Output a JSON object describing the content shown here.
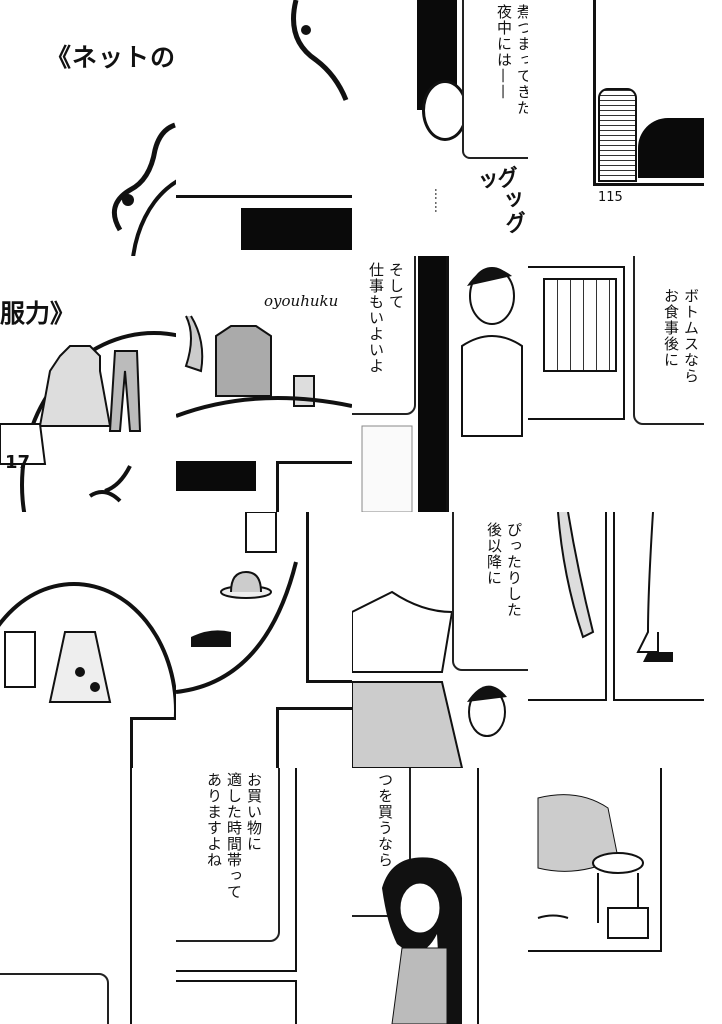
{
  "page": {
    "title_left": "《ネットの",
    "title_right": "服力》",
    "page_number": "115",
    "logo_text": "oyouhuku",
    "shirt_number": "17",
    "sfx": "グッグッ",
    "ellipsis": "……"
  },
  "speech": {
    "midnight": [
      "煮つまってきた",
      "夜中には——"
    ],
    "work": [
      "そして",
      "仕事もいよいよ"
    ],
    "bottoms": [
      "ボトムスなら",
      "お食事後に"
    ],
    "fitted": [
      "ぴったりした",
      "後以降に"
    ],
    "shopping": [
      "お買い物に",
      "適した時間帯って",
      "ありますよね"
    ],
    "buy": [
      "つを買うなら"
    ]
  }
}
